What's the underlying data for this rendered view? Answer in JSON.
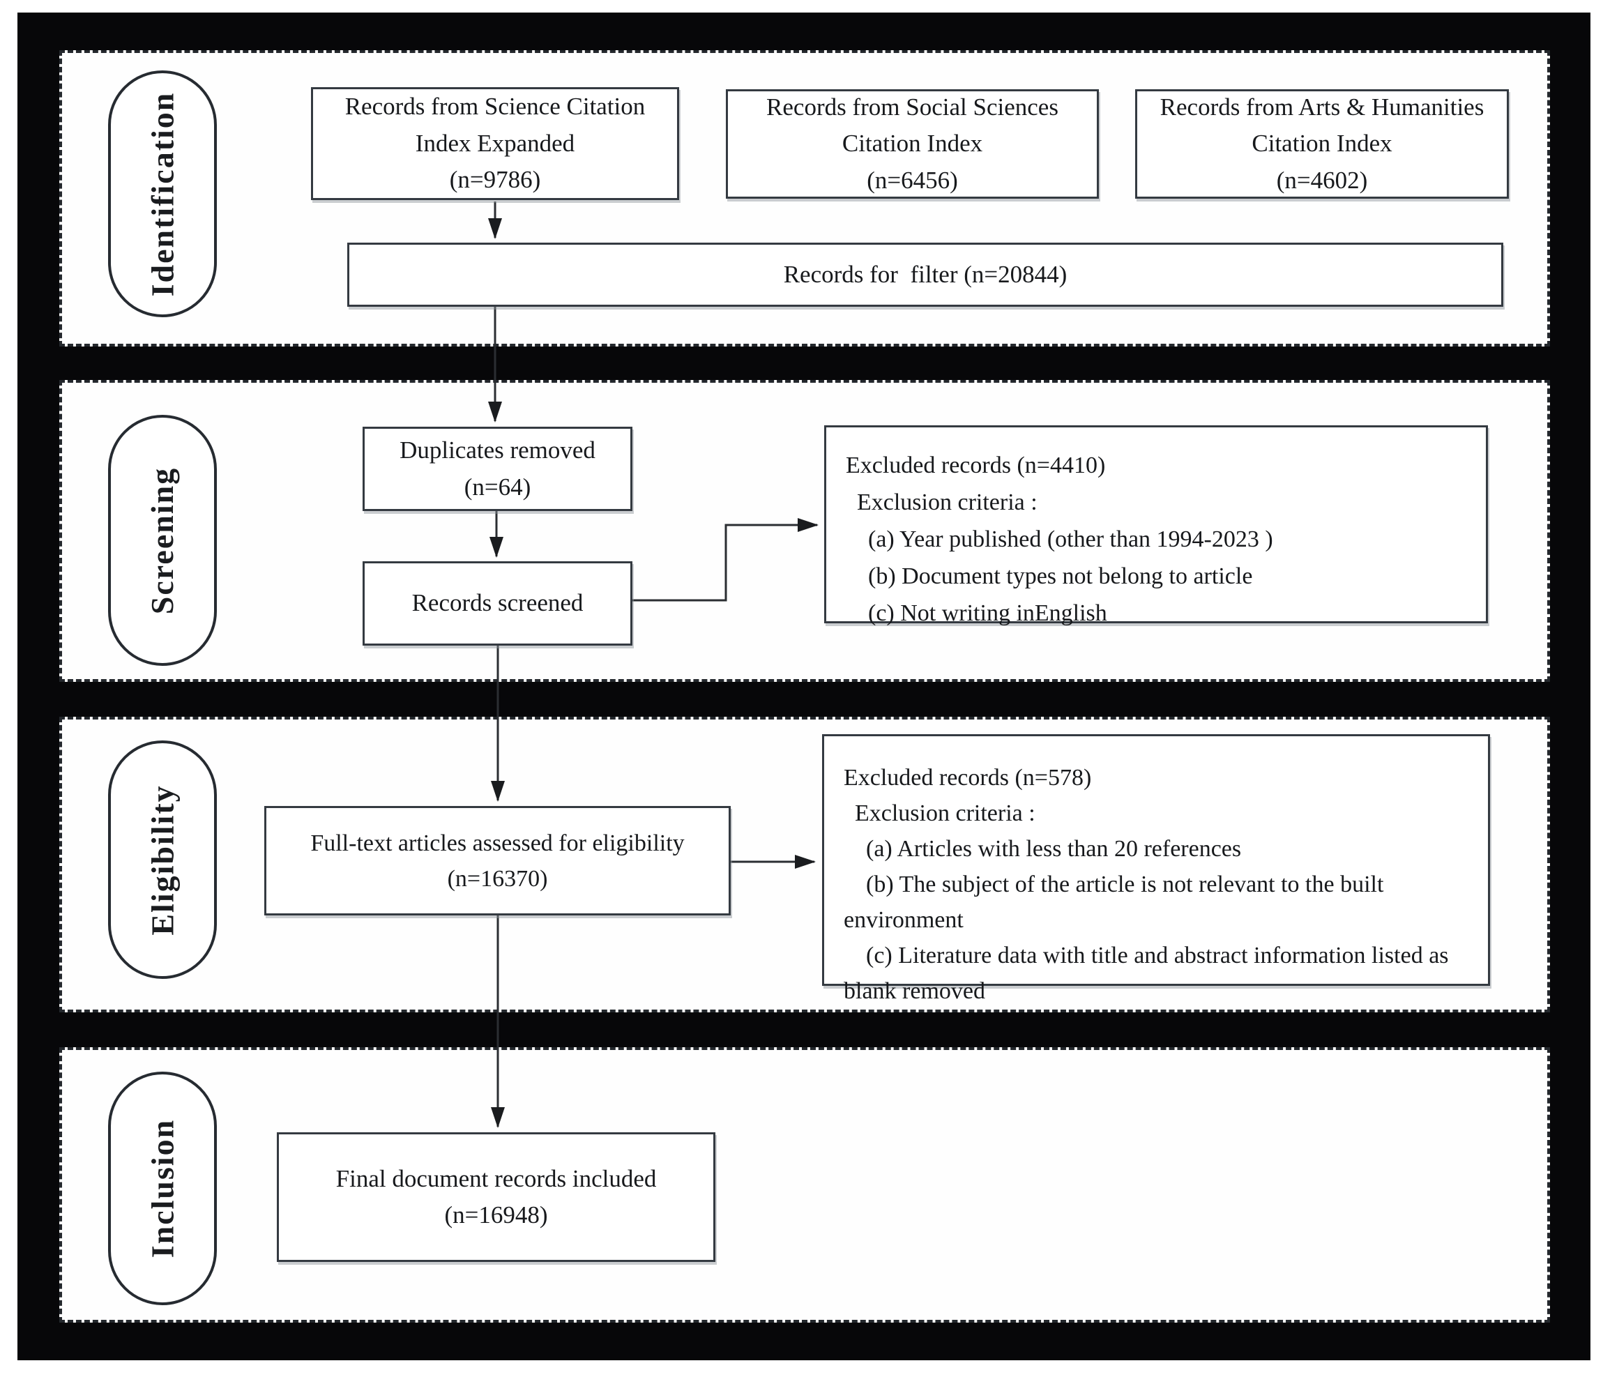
{
  "figure": {
    "type": "prisma-flow-diagram",
    "ink_color": "#17191c",
    "frame_color": "#070709",
    "box_border_color": "#343a41"
  },
  "stages": {
    "identification": "Identification",
    "screening": "Screening",
    "eligibility": "Eligibility",
    "inclusion": "Inclusion"
  },
  "identification": {
    "sources": [
      {
        "title": "Records from Science Citation Index Expanded",
        "n": "(n=9786)"
      },
      {
        "title": "Records from Social Sciences Citation Index",
        "n": "(n=6456)"
      },
      {
        "title": "Records from Arts & Humanities Citation Index",
        "n": "(n=4602)"
      }
    ],
    "filter": "Records for  filter (n=20844)"
  },
  "screening": {
    "duplicates": {
      "title": "Duplicates removed",
      "n": "(n=64)"
    },
    "screened": "Records screened",
    "excluded": {
      "header": "Excluded records (n=4410)",
      "criteria_label": "Exclusion criteria :",
      "items": [
        "(a) Year published (other than 1994-2023 )",
        "(b) Document types not belong to article",
        "(c) Not writing inEnglish"
      ]
    }
  },
  "eligibility": {
    "fulltext": {
      "title": "Full-text articles assessed for eligibility",
      "n": "(n=16370)"
    },
    "excluded": {
      "header": "Excluded records (n=578)",
      "criteria_label": "Exclusion criteria :",
      "items": [
        "(a) Articles with less than 20 references",
        "(b) The subject of the article is not relevant to the built environment",
        "(c) Literature data with title and abstract information listed as blank removed"
      ]
    }
  },
  "inclusion": {
    "final": {
      "title": "Final document records included",
      "n": "(n=16948)"
    }
  }
}
